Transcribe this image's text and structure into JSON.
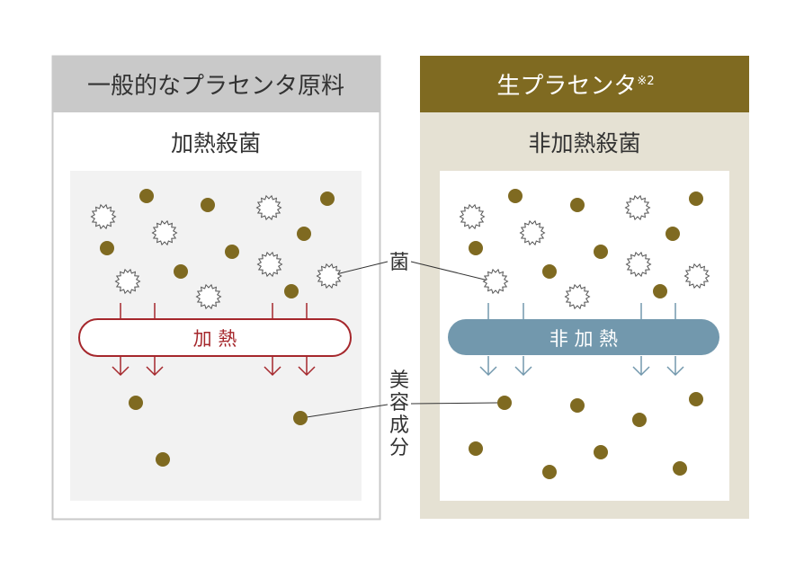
{
  "left_panel": {
    "header": "一般的なプラセンタ原料",
    "method": "加熱殺菌",
    "bar_label": "加 熱"
  },
  "right_panel": {
    "header": "生プラセンタ",
    "header_note": "※2",
    "method": "非加熱殺菌",
    "bar_label": "非 加 熱"
  },
  "labels": {
    "bacteria": "菌",
    "beauty_ingredients": [
      "美",
      "容",
      "成",
      "分"
    ]
  },
  "colors": {
    "ingredient": "#7f6a21",
    "heat": "#a5272c",
    "non_heat": "#7298ad",
    "right_header": "#7f6a21",
    "left_header": "#c9c9c9"
  }
}
